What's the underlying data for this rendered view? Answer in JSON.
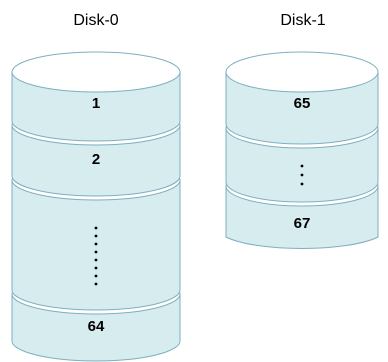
{
  "disks": [
    {
      "title": "Disk-0",
      "segments": [
        {
          "label": "1"
        },
        {
          "label": "2"
        },
        {
          "label": "⋮",
          "ellipsis": true
        },
        {
          "label": "64"
        }
      ]
    },
    {
      "title": "Disk-1",
      "segments": [
        {
          "label": "65"
        },
        {
          "label": "⋮",
          "ellipsis": true
        },
        {
          "label": "67"
        }
      ]
    }
  ],
  "colors": {
    "segment_fill": "#d7ecee",
    "segment_top": "#ffffff",
    "segment_stroke": "#7eaec0",
    "text": "#000000"
  }
}
